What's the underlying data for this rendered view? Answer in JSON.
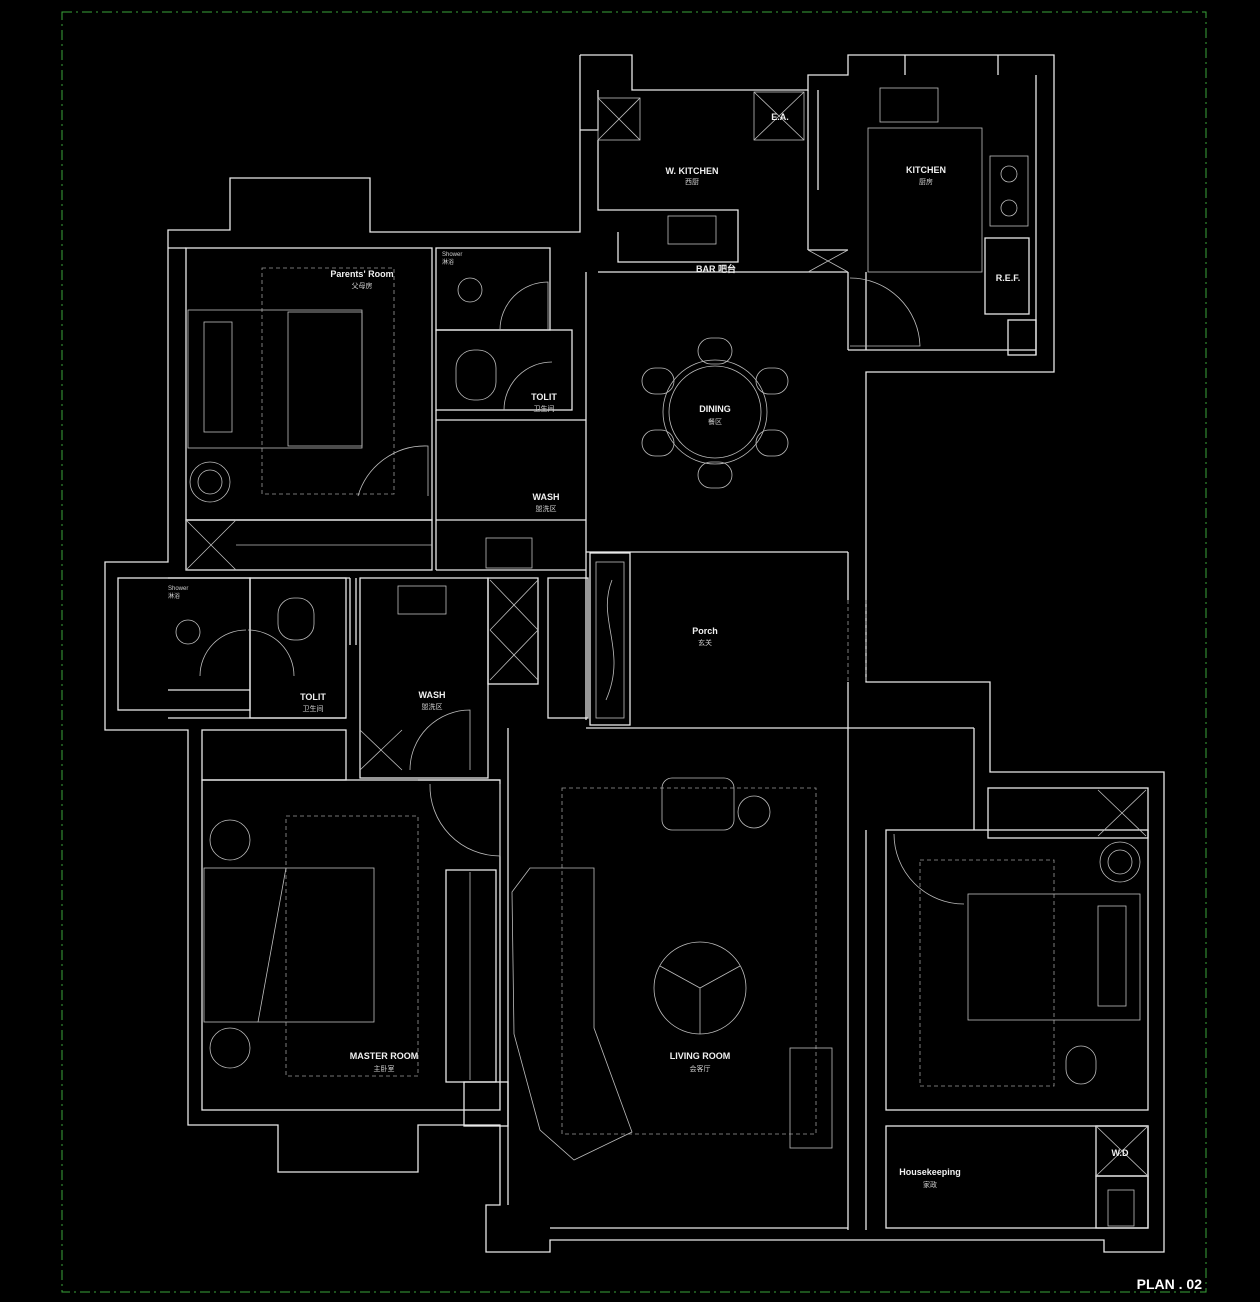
{
  "plan_title": "PLAN . 02",
  "rooms": {
    "w_kitchen": {
      "label": "W. KITCHEN",
      "sub": "西厨"
    },
    "kitchen": {
      "label": "KITCHEN",
      "sub": "厨房"
    },
    "ea": {
      "label": "E.A."
    },
    "bar": {
      "label": "BAR 吧台"
    },
    "ref": {
      "label": "R.E.F."
    },
    "parents_room": {
      "label": "Parents' Room",
      "sub": "父母房"
    },
    "shower_1": {
      "label": "Shower",
      "sub": "淋浴"
    },
    "toilet_1": {
      "label": "TOLIT",
      "sub": "卫生间"
    },
    "dining": {
      "label": "DINING",
      "sub": "餐区"
    },
    "wash_1": {
      "label": "WASH",
      "sub": "盥洗区"
    },
    "shower_2": {
      "label": "Shower",
      "sub": "淋浴"
    },
    "toilet_2": {
      "label": "TOLIT",
      "sub": "卫生间"
    },
    "wash_2": {
      "label": "WASH",
      "sub": "盥洗区"
    },
    "porch": {
      "label": "Porch",
      "sub": "玄关"
    },
    "master_room": {
      "label": "MASTER ROOM",
      "sub": "主卧室"
    },
    "living_room": {
      "label": "LIVING ROOM",
      "sub": "会客厅"
    },
    "housekeeping": {
      "label": "Housekeeping",
      "sub": "家政"
    },
    "wd": {
      "label": "W.D"
    }
  }
}
